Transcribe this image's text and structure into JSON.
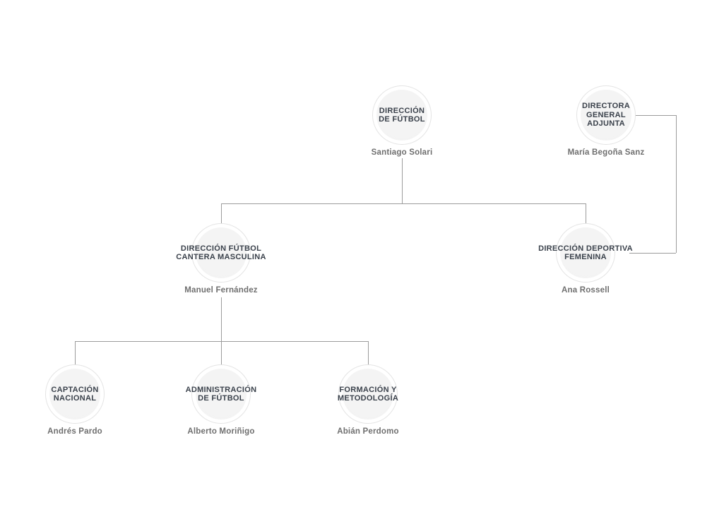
{
  "diagram": {
    "type": "org-chart",
    "background": "#ffffff"
  },
  "theme": {
    "title_color": "#3a414b",
    "name_color": "#6f6f6f",
    "line_color": "#9c9c9c",
    "circle_fill": "#f2f2f2",
    "circle_ring": "#e4e4e4"
  },
  "nodes": [
    {
      "id": "direccion-de-futbol",
      "title_lines": [
        "DIRECCIÓN",
        "DE FÚTBOL"
      ],
      "person": "Santiago Solari"
    },
    {
      "id": "directora-general-adjunta",
      "title_lines": [
        "DIRECTORA",
        "GENERAL",
        "ADJUNTA"
      ],
      "person": "María Begoña Sanz"
    },
    {
      "id": "direccion-futbol-cantera-masculina",
      "title_lines": [
        "DIRECCIÓN FÚTBOL",
        "CANTERA MASCULINA"
      ],
      "person": "Manuel Fernández"
    },
    {
      "id": "direccion-deportiva-femenina",
      "title_lines": [
        "DIRECCIÓN DEPORTIVA",
        "FEMENINA"
      ],
      "person": "Ana Rossell"
    },
    {
      "id": "captacion-nacional",
      "title_lines": [
        "CAPTACIÓN",
        "NACIONAL"
      ],
      "person": "Andrés Pardo"
    },
    {
      "id": "administracion-de-futbol",
      "title_lines": [
        "ADMINISTRACIÓN",
        "DE FÚTBOL"
      ],
      "person": "Alberto Moriñigo"
    },
    {
      "id": "formacion-y-metodologia",
      "title_lines": [
        "FORMACIÓN Y",
        "METODOLOGÍA"
      ],
      "person": "Abián Perdomo"
    }
  ],
  "edges": [
    {
      "from": "direccion-de-futbol",
      "to": "direccion-futbol-cantera-masculina"
    },
    {
      "from": "direccion-de-futbol",
      "to": "direccion-deportiva-femenina"
    },
    {
      "from": "directora-general-adjunta",
      "to": "direccion-deportiva-femenina"
    },
    {
      "from": "direccion-futbol-cantera-masculina",
      "to": "captacion-nacional"
    },
    {
      "from": "direccion-futbol-cantera-masculina",
      "to": "administracion-de-futbol"
    },
    {
      "from": "direccion-futbol-cantera-masculina",
      "to": "formacion-y-metodologia"
    }
  ]
}
